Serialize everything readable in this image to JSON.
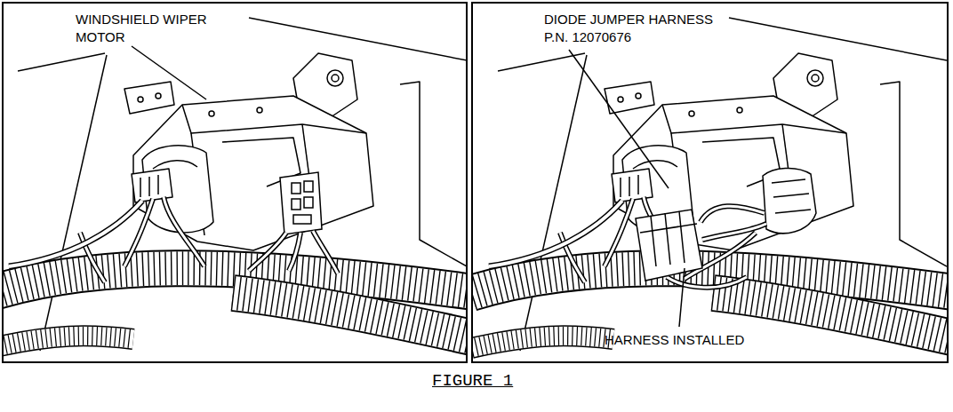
{
  "diagram": {
    "caption": "FIGURE 1",
    "labels": [
      "WINDSHIELD WIPER MOTOR",
      "DIODE JUMPER HARNESS P.N. 12070676",
      "HARNESS INSTALLED"
    ]
  }
}
